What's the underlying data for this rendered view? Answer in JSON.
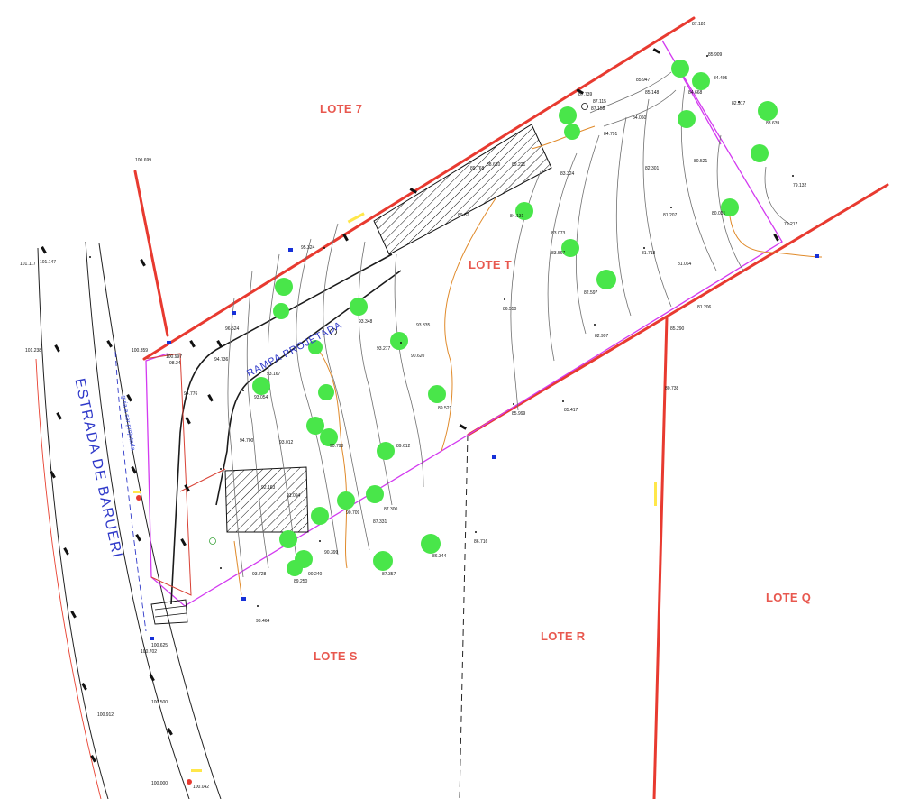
{
  "lots": {
    "lote_7": "LOTE 7",
    "lote_t": "LOTE T",
    "lote_s": "LOTE S",
    "lote_r": "LOTE R",
    "lote_q": "LOTE Q"
  },
  "road": {
    "name": "ESTRADA DE BARUERI",
    "curb_note": "guia a ser projetada"
  },
  "ramp": {
    "label": "RAMPA PROJETADA"
  },
  "elevations": {
    "e1": "101.117",
    "e2": "101.147",
    "e3": "101.238",
    "e4": "100.699",
    "e5": "100.359",
    "e6": "100.997",
    "e7": "98.24",
    "e8": "100.625",
    "e9": "100.702",
    "e10": "100.500",
    "e11": "100.912",
    "e12": "100.000",
    "e13": "100.042",
    "e14": "94.736",
    "e15": "94.776",
    "e16": "96.524",
    "e17": "95.324",
    "e18": "93.167",
    "e19": "93.054",
    "e20": "94.700",
    "e21": "93.012",
    "e22": "93.348",
    "e23": "93.335",
    "e24": "93.277",
    "e25": "90.620",
    "e26": "90.790",
    "e27": "89.521",
    "e28": "89.612",
    "e29": "90.709",
    "e30": "87.300",
    "e31": "87.331",
    "e32": "92.163",
    "e33": "91.094",
    "e34": "93.728",
    "e35": "93.464",
    "e36": "90.399",
    "e37": "90.240",
    "e38": "89.250",
    "e39": "87.357",
    "e40": "86.344",
    "e41": "86.716",
    "e42": "85.999",
    "e43": "85.417",
    "e44": "86.550",
    "e45": "82.997",
    "e46": "83.073",
    "e47": "83.567",
    "e48": "82.597",
    "e49": "81.718",
    "e50": "81.064",
    "e51": "81.206",
    "e52": "84.131",
    "e53": "84.791",
    "e54": "83.324",
    "e55": "82.301",
    "e56": "81.207",
    "e57": "80.031",
    "e58": "80.521",
    "e59": "87.739",
    "e60": "87.115",
    "e61": "87.158",
    "e62": "85.947",
    "e63": "85.148",
    "e64": "84.060",
    "e65": "85.909",
    "e66": "84.405",
    "e67": "84.668",
    "e68": "82.917",
    "e69": "83.639",
    "e70": "87.181",
    "e71": "79.132",
    "e72": "79.217",
    "e73": "89.768",
    "e74": "88.610",
    "e75": "89.221",
    "e76": "89.82",
    "e77": "85.290",
    "e78": "80.738"
  },
  "colors": {
    "lot_boundary": "#e83a30",
    "property_line": "#d33af0",
    "contour": "#6f6f6f",
    "talude": "#e08a2a",
    "tree": "#49e64a",
    "road_text": "#2f39c9",
    "lot_text": "#e8584f",
    "marker_blue": "#1630d8",
    "marker_yellow": "#ffe74a"
  }
}
